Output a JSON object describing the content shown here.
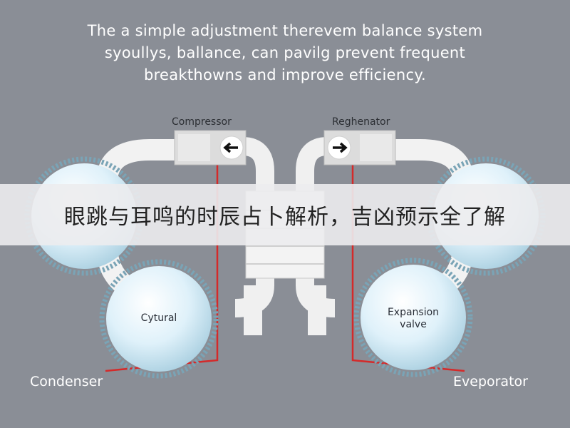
{
  "intro": {
    "line1": "The a simple adjustment therevem balance system",
    "line2": "syoullys, ballance, can pavilg prevent frequent",
    "line3": "breakthowns and improve efficiency."
  },
  "diagram": {
    "compressor_label": "Compressor",
    "regenerator_label": "Reghenator",
    "condenser_label": "Condenser",
    "evaporator_label": "Eveporator",
    "cytural_label": "Cytural",
    "expansion_label_line1": "Expansion",
    "expansion_label_line2": "valve",
    "pipe_color": "#f2f2f2",
    "line_color": "#d42a2a",
    "circle_fill": "#d9eef8",
    "gear_color": "#7aa4b6"
  },
  "banner": {
    "text": "眼跳与耳鸣的时辰占卜解析，吉凶预示全了解"
  }
}
